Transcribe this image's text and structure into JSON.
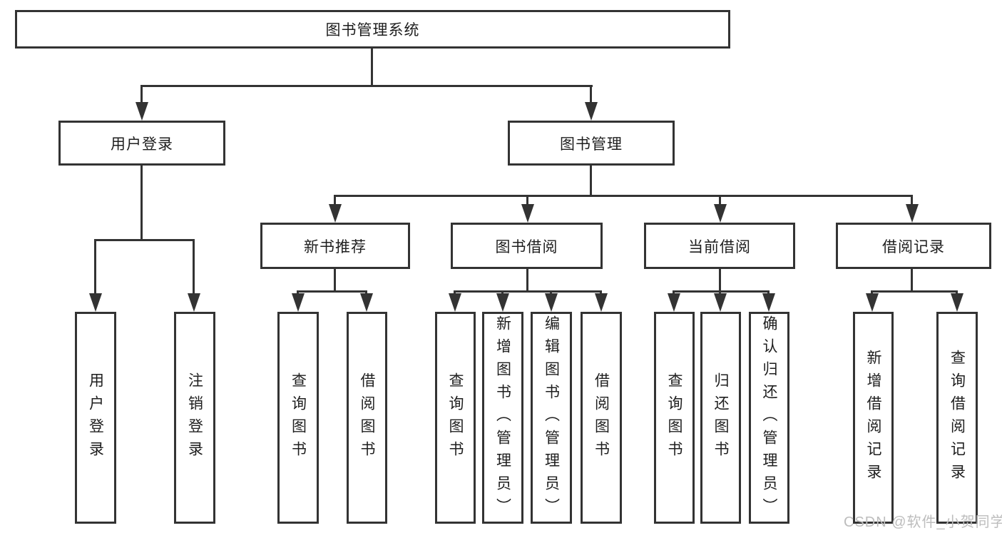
{
  "diagram": {
    "root": {
      "label": "图书管理系统"
    },
    "level2": [
      {
        "label": "用户登录"
      },
      {
        "label": "图书管理"
      }
    ],
    "level3": [
      {
        "label": "新书推荐"
      },
      {
        "label": "图书借阅"
      },
      {
        "label": "当前借阅"
      },
      {
        "label": "借阅记录"
      }
    ],
    "leaves": {
      "user_login": [
        {
          "label": "用户登录"
        },
        {
          "label": "注销登录"
        }
      ],
      "new_book": [
        {
          "label": "查询图书"
        },
        {
          "label": "借阅图书"
        }
      ],
      "book_borrow": [
        {
          "label": "查询图书"
        },
        {
          "label": "新增图书（管理员）"
        },
        {
          "label": "编辑图书（管理员）"
        },
        {
          "label": "借阅图书"
        }
      ],
      "current_borrow": [
        {
          "label": "查询图书"
        },
        {
          "label": "归还图书"
        },
        {
          "label": "确认归还（管理员）"
        }
      ],
      "records": [
        {
          "label": "新增借阅记录"
        },
        {
          "label": "查询借阅记录"
        }
      ]
    },
    "watermark": "CSDN @软件_小贺同学",
    "colors": {
      "line": "#333333",
      "text": "#1e1e1e",
      "watermark": "#bdbdbd",
      "background": "#ffffff"
    }
  }
}
